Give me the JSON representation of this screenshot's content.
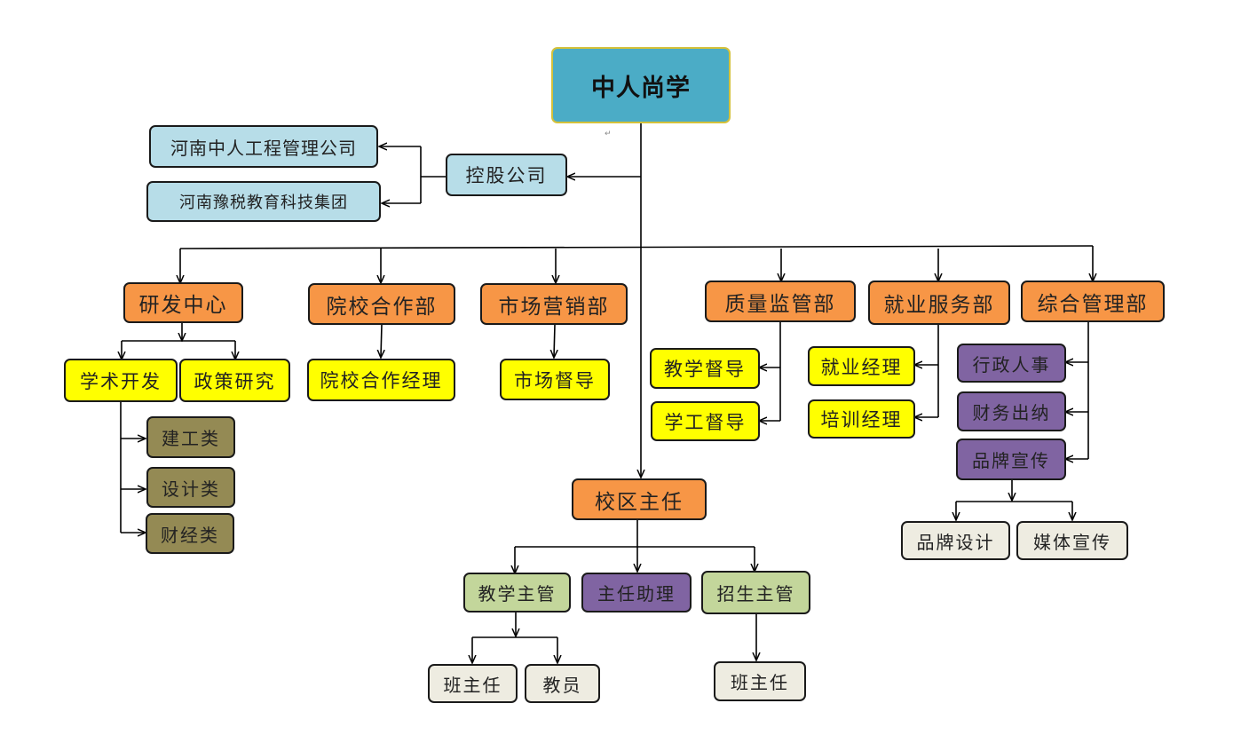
{
  "root": {
    "label": "中人尚学"
  },
  "holding": {
    "label": "控股公司",
    "companies": [
      "河南中人工程管理公司",
      "河南豫税教育科技集团"
    ]
  },
  "departments": {
    "rd": {
      "label": "研发中心",
      "children": [
        "学术开发",
        "政策研究"
      ],
      "categories": [
        "建工类",
        "设计类",
        "财经类"
      ]
    },
    "school_coop": {
      "label": "院校合作部",
      "children": [
        "院校合作经理"
      ]
    },
    "marketing": {
      "label": "市场营销部",
      "children": [
        "市场督导"
      ]
    },
    "quality": {
      "label": "质量监管部",
      "children": [
        "教学督导",
        "学工督导"
      ]
    },
    "employment": {
      "label": "就业服务部",
      "children": [
        "就业经理",
        "培训经理"
      ]
    },
    "general": {
      "label": "综合管理部",
      "children": [
        "行政人事",
        "财务出纳",
        "品牌宣传"
      ],
      "brand_children": [
        "品牌设计",
        "媒体宣传"
      ]
    }
  },
  "campus": {
    "label": "校区主任",
    "children": [
      "教学主管",
      "主任助理",
      "招生主管"
    ],
    "teaching_children": [
      "班主任",
      "教员"
    ],
    "enrollment_children": [
      "班主任"
    ]
  },
  "colors": {
    "root": "#4bacc6",
    "blue": "#b7dde8",
    "orange": "#f79646",
    "yellow": "#ffff00",
    "olive": "#948a54",
    "purple": "#8064a2",
    "green": "#c3d69b",
    "gray": "#eeece1"
  }
}
